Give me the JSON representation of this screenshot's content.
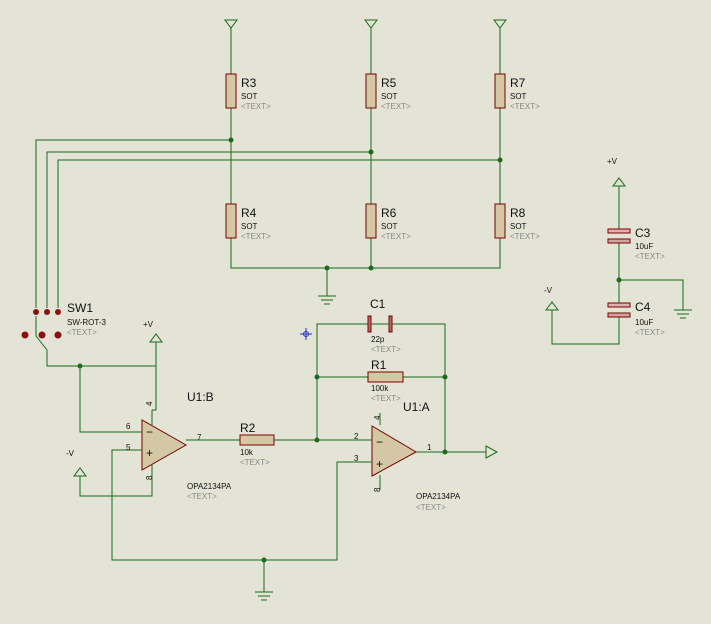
{
  "colors": {
    "background": "#e3e3d6",
    "wire": "#1a6b1a",
    "component_outline": "#7a0000",
    "component_fill": "#d4c8a4"
  },
  "resistors": {
    "R3": {
      "name": "R3",
      "value": "SOT",
      "text": "<TEXT>"
    },
    "R4": {
      "name": "R4",
      "value": "SOT",
      "text": "<TEXT>"
    },
    "R5": {
      "name": "R5",
      "value": "SOT",
      "text": "<TEXT>"
    },
    "R6": {
      "name": "R6",
      "value": "SOT",
      "text": "<TEXT>"
    },
    "R7": {
      "name": "R7",
      "value": "SOT",
      "text": "<TEXT>"
    },
    "R8": {
      "name": "R8",
      "value": "SOT",
      "text": "<TEXT>"
    },
    "R1": {
      "name": "R1",
      "value": "100k",
      "text": "<TEXT>"
    },
    "R2": {
      "name": "R2",
      "value": "10k",
      "text": "<TEXT>"
    }
  },
  "capacitors": {
    "C1": {
      "name": "C1",
      "value": "22p",
      "text": "<TEXT>"
    },
    "C3": {
      "name": "C3",
      "value": "10uF",
      "text": "<TEXT>"
    },
    "C4": {
      "name": "C4",
      "value": "10uF",
      "text": "<TEXT>"
    }
  },
  "switch": {
    "name": "SW1",
    "value": "SW-ROT-3",
    "text": "<TEXT>"
  },
  "opamps": {
    "U1B": {
      "name": "U1:B",
      "part": "OPA2134PA",
      "text": "<TEXT>",
      "pin_inv": "6",
      "pin_noninv": "5",
      "pin_out": "7",
      "pin_vpos": "4",
      "pin_vneg": "8"
    },
    "U1A": {
      "name": "U1:A",
      "part": "OPA2134PA",
      "text": "<TEXT>",
      "pin_inv": "2",
      "pin_noninv": "3",
      "pin_out": "1",
      "pin_vpos": "4",
      "pin_vneg": "8"
    }
  },
  "supplies": {
    "pos": "+V",
    "neg": "-V"
  },
  "markers": {
    "minus": "−",
    "plus": "+"
  }
}
